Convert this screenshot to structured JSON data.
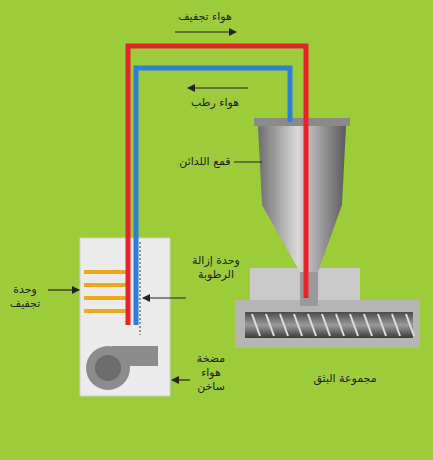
{
  "diagram": {
    "labels": [
      "هواء تجفيف",
      "هواء رطب",
      "قمع اللدائن",
      "وحدة تجفيف",
      "وحدة إزالة الرطوبة",
      "مضخة هواء ساخن",
      "مجموعة البثق"
    ]
  }
}
